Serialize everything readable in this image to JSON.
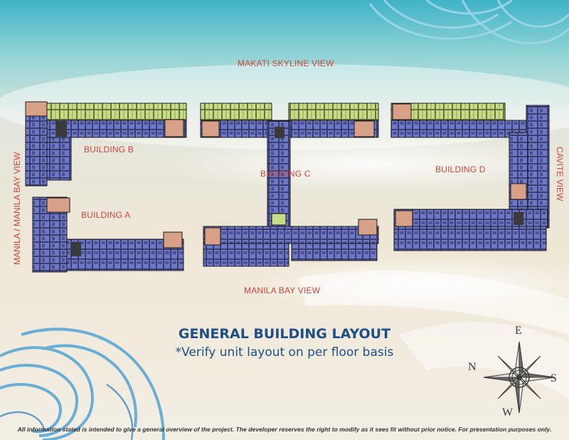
{
  "views": {
    "top": "MAKATI SKYLINE VIEW",
    "bottom": "MANILA BAY VIEW",
    "left": "MANILA / MANILA BAY VIEW",
    "right": "CAVITE VIEW"
  },
  "buildings": {
    "a": "BUILDING A",
    "b": "BUILDING B",
    "c": "BUILDING C",
    "d": "BUILDING D"
  },
  "title": "GENERAL BUILDING LAYOUT",
  "subtitle": "*Verify unit layout on per floor basis",
  "disclaimer": "All information stated is intended to give a general overview of the project. The developer reserves the right to modify as it sees fit without prior notice. For presentation purposes only.",
  "compass": {
    "top": "E",
    "left": "N",
    "right": "S",
    "bottom": "W"
  },
  "colors": {
    "unit_blue": "#6f78c8",
    "unit_green": "#c8dc86",
    "unit_salmon": "#d8a087",
    "label_red": "#d0443a",
    "title_blue": "#1d4f86"
  }
}
